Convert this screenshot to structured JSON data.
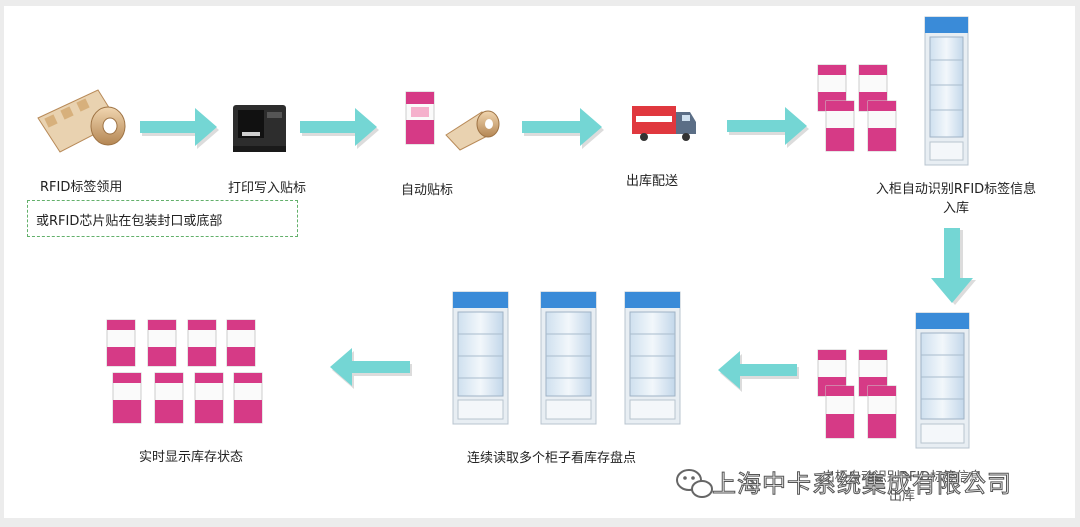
{
  "steps": {
    "step1": "RFID标签领用",
    "step2": "打印写入贴标",
    "step3": "自动贴标",
    "step4": "出库配送",
    "step5_line1": "入柜自动识别RFID标签信息",
    "step5_line2": "入库",
    "step6_line1": "出柜自动识别RFID标签信息",
    "step6_line2": "出库",
    "step7": "连续读取多个柜子看库存盘点",
    "step8": "实时显示库存状态"
  },
  "note": "或RFID芯片贴在包装封口或底部",
  "watermark": "上海中卡系统集成有限公司",
  "colors": {
    "arrow": "#74d6d4",
    "arrow_shadow": "#dcdcdc",
    "box_pink": "#d63a86",
    "box_white": "#fafafa",
    "box_band": "#f5b0cc",
    "fridge_frame": "#e8eef3",
    "fridge_glass": "#d8e6f1",
    "fridge_top": "#3a8bd8",
    "truck_red": "#e0383e",
    "truck_cab": "#5b6e86",
    "printer": "#2d2d2d",
    "label_roll": "#c49a6c",
    "note_border": "#63b06b"
  }
}
